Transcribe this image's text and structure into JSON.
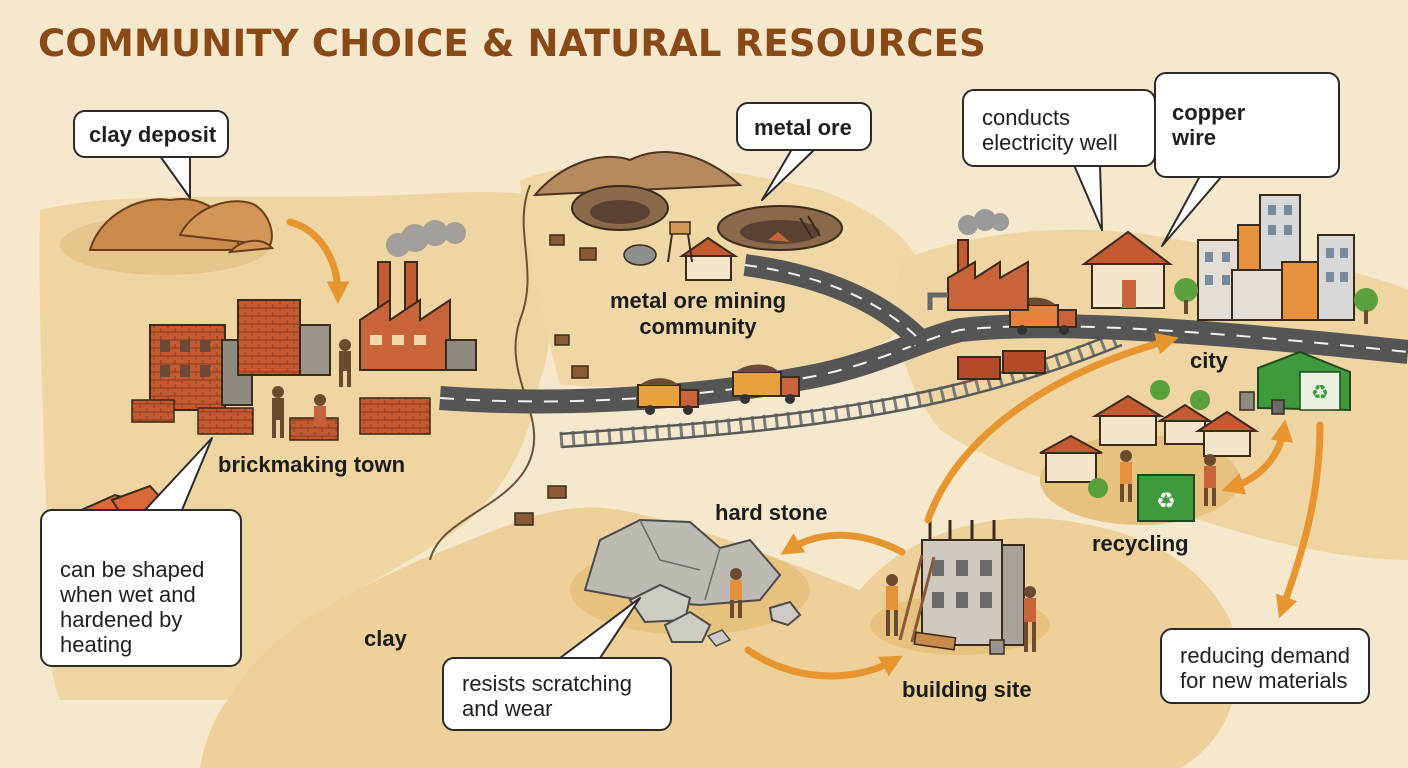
{
  "title": "COMMUNITY CHOICE & NATURAL RESOURCES",
  "callouts": {
    "clay_deposit": "clay deposit",
    "metal_ore": "metal ore",
    "conducts_electricity": "conducts electricity well",
    "copper_wire": "copper wire",
    "can_be_shaped": "can be shaped when wet and hardened by heating",
    "resists_scratching": "resists scratching and wear",
    "reducing_demand": "reducing demand for new materials"
  },
  "places": {
    "brickmaking_town": "brickmaking town",
    "metal_ore_mining_community": "metal ore mining community",
    "city": "city",
    "hard_stone": "hard stone",
    "clay": "clay",
    "recycling": "recycling",
    "building_site": "building site"
  },
  "colors": {
    "background": "#f6e8cc",
    "land": "#efd5a2",
    "title": "#8a4a17",
    "arrow": "#e7952f",
    "brick": "#c45a32",
    "road": "#6b6b6b",
    "recycle_green": "#3f9a3d"
  }
}
